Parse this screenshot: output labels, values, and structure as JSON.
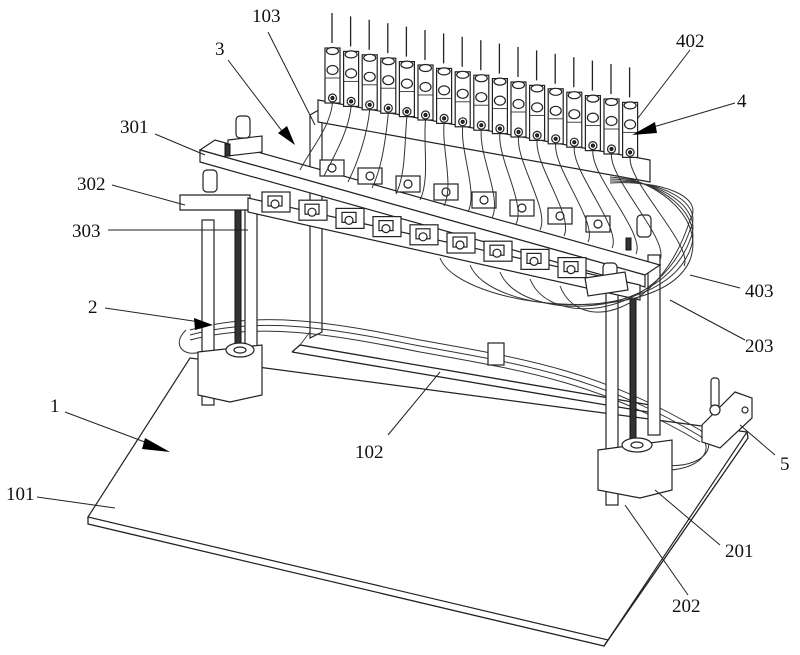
{
  "figure": {
    "kind": "patent mechanical drawing",
    "colors": {
      "line": "#222222",
      "background": "#ffffff"
    },
    "solenoid_count": 17,
    "labels": [
      {
        "id": "1",
        "text": "1",
        "arrowhead": true
      },
      {
        "id": "101",
        "text": "101",
        "arrowhead": false
      },
      {
        "id": "102",
        "text": "102",
        "arrowhead": false
      },
      {
        "id": "103",
        "text": "103",
        "arrowhead": false
      },
      {
        "id": "2",
        "text": "2",
        "arrowhead": true
      },
      {
        "id": "201",
        "text": "201",
        "arrowhead": false
      },
      {
        "id": "202",
        "text": "202",
        "arrowhead": false
      },
      {
        "id": "203",
        "text": "203",
        "arrowhead": false
      },
      {
        "id": "3",
        "text": "3",
        "arrowhead": true
      },
      {
        "id": "301",
        "text": "301",
        "arrowhead": false
      },
      {
        "id": "302",
        "text": "302",
        "arrowhead": false
      },
      {
        "id": "303",
        "text": "303",
        "arrowhead": false
      },
      {
        "id": "4",
        "text": "4",
        "arrowhead": true
      },
      {
        "id": "402",
        "text": "402",
        "arrowhead": false
      },
      {
        "id": "403",
        "text": "403",
        "arrowhead": false
      },
      {
        "id": "5",
        "text": "5",
        "arrowhead": false
      }
    ]
  }
}
